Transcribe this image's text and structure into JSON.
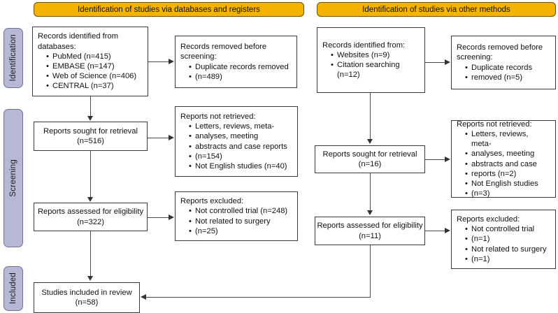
{
  "stages": [
    {
      "id": "identification",
      "label": "Identification"
    },
    {
      "id": "screening",
      "label": "Screening"
    },
    {
      "id": "included",
      "label": "Included"
    }
  ],
  "columns": {
    "databases": {
      "header": "Identification of studies via databases and registers"
    },
    "other": {
      "header": "Identification of studies via other methods"
    }
  },
  "nodes": {
    "db_records_identified": {
      "title_line1": "Records identified from",
      "title_line2": "databases:",
      "items": [
        "PubMed (n=415)",
        "EMBASE (n=147)",
        "Web of Science (n=406)",
        "CENTRAL (n=37)"
      ]
    },
    "db_records_removed": {
      "title_line1": "Records removed before",
      "title_line2": "screening:",
      "items": [
        "Duplicate records removed",
        "(n=489)"
      ]
    },
    "db_sought": {
      "line1": "Reports sought for retrieval",
      "line2": "(n=516)"
    },
    "db_not_retrieved": {
      "title": "Reports not retrieved:",
      "items": [
        "Letters, reviews, meta-",
        "analyses, meeting",
        "abstracts and case reports",
        "(n=154)",
        "Not English studies (n=40)"
      ]
    },
    "db_assessed": {
      "line1": "Reports assessed for eligibility",
      "line2": "(n=322)"
    },
    "db_excluded": {
      "title": "Reports excluded:",
      "items": [
        "Not controlled trial (n=248)",
        "Not related to surgery",
        "(n=25)"
      ]
    },
    "other_records_identified": {
      "title": "Records identified from:",
      "items": [
        "Websites (n=9)",
        "Citation searching (n=12)"
      ]
    },
    "other_records_removed": {
      "title_line1": "Records removed before",
      "title_line2": "screening:",
      "items": [
        "Duplicate records",
        "removed (n=5)"
      ]
    },
    "other_sought": {
      "line1": "Reports sought for retrieval",
      "line2": "(n=16)"
    },
    "other_not_retrieved": {
      "title": "Reports not retrieved:",
      "items": [
        "Letters, reviews, meta-",
        "analyses, meeting",
        "abstracts and case",
        "reports (n=2)",
        "Not English studies",
        "(n=3)"
      ]
    },
    "other_assessed": {
      "line1": "Reports assessed for eligibility",
      "line2": "(n=11)"
    },
    "other_excluded": {
      "title": "Reports excluded:",
      "items": [
        "Not controlled trial",
        "(n=1)",
        "Not related to surgery",
        "(n=1)"
      ]
    },
    "included_studies": {
      "line1": "Studies included in review",
      "line2": "(n=58)"
    }
  },
  "colors": {
    "header_orange": "#f5b301",
    "stage_lavender": "#b6b8d6",
    "box_border": "#3a3a3a",
    "connector": "#4a4a4a",
    "background": "#ffffff"
  }
}
